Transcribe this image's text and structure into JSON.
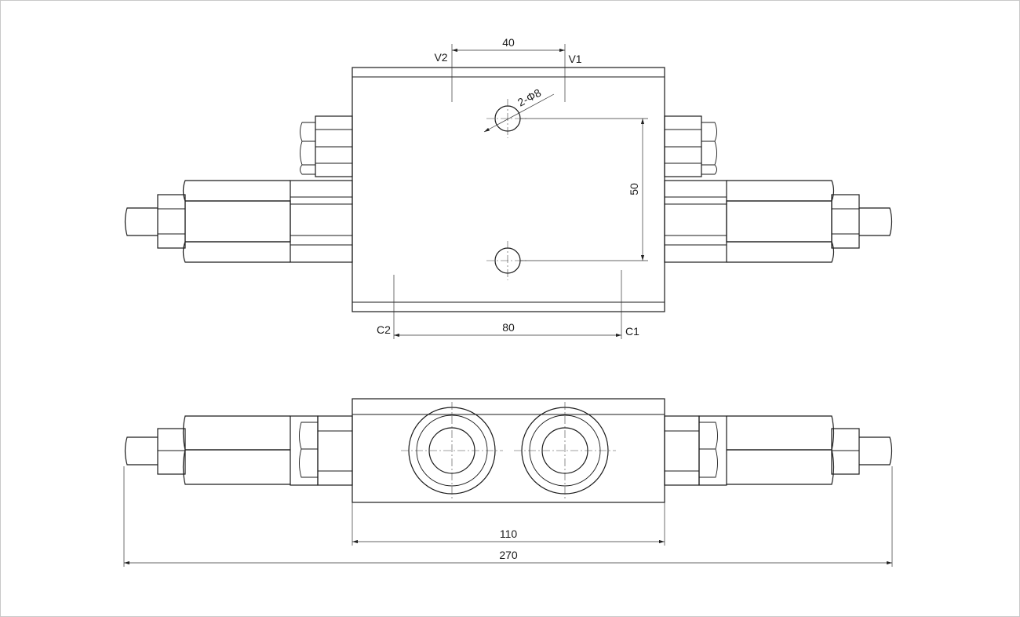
{
  "labels": {
    "v2": "V2",
    "v1": "V1",
    "c2": "C2",
    "c1": "C1"
  },
  "dimensions": {
    "port_spacing_top": "40",
    "hole_callout": "2-Φ8",
    "hole_spacing": "50",
    "port_spacing_bottom": "80",
    "body_length": "110",
    "overall_length": "270"
  },
  "colors": {
    "line": "#1a1a1a",
    "border": "#c8c8c8",
    "background": "#ffffff"
  }
}
